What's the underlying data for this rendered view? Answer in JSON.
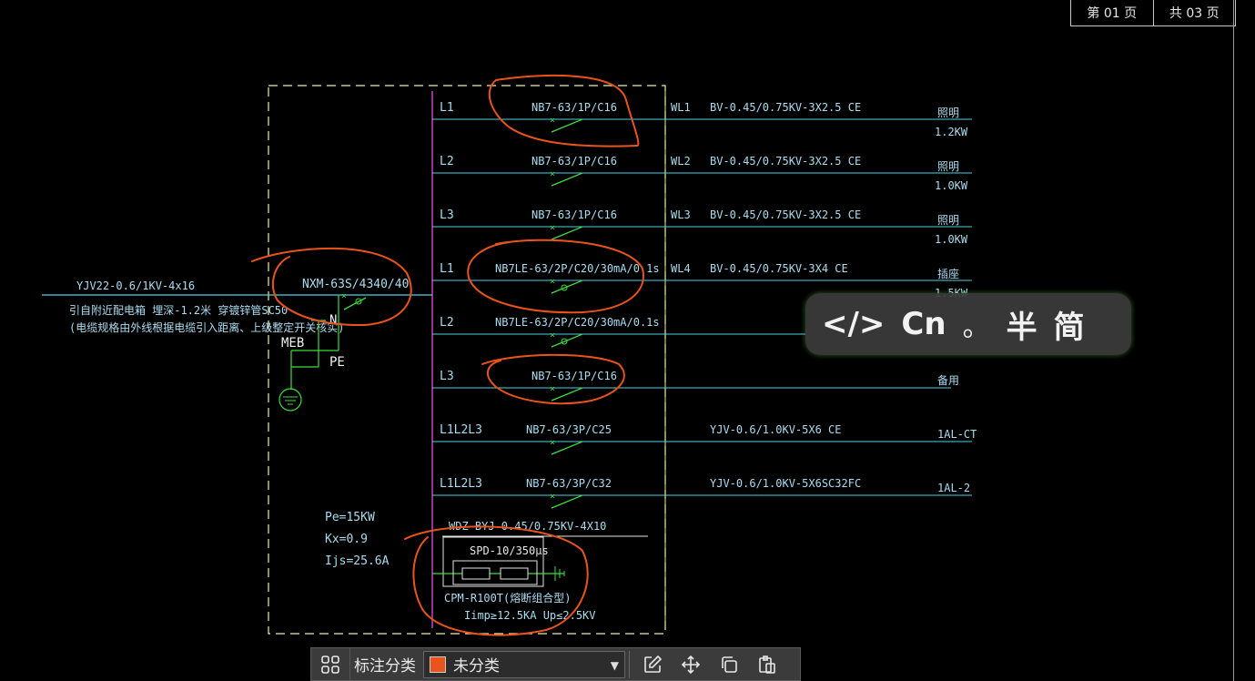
{
  "page_box": {
    "current": "第 01 页",
    "total": "共 03 页"
  },
  "incoming": {
    "cable": "YJV22-0.6/1KV-4x16",
    "note1": "引自附近配电箱 埋深-1.2米 穿镀锌管SC50",
    "note2": "(电缆规格由外线根据电缆引入距离、上级整定开关核实)"
  },
  "main_switch": "NXM-63S/4340/40",
  "labels": {
    "n": "N",
    "meb": "MEB",
    "pe": "PE"
  },
  "params": {
    "pe": "Pe=15KW",
    "kx": "Kx=0.9",
    "ijs": "Ijs=25.6A"
  },
  "branches": [
    {
      "phase": "L1",
      "breaker": "NB7-63/1P/C16",
      "circuit": "WL1",
      "cable": "BV-0.45/0.75KV-3X2.5 CE",
      "load": "照明",
      "power": "1.2KW",
      "rcd": false
    },
    {
      "phase": "L2",
      "breaker": "NB7-63/1P/C16",
      "circuit": "WL2",
      "cable": "BV-0.45/0.75KV-3X2.5 CE",
      "load": "照明",
      "power": "1.0KW",
      "rcd": false
    },
    {
      "phase": "L3",
      "breaker": "NB7-63/1P/C16",
      "circuit": "WL3",
      "cable": "BV-0.45/0.75KV-3X2.5 CE",
      "load": "照明",
      "power": "1.0KW",
      "rcd": false
    },
    {
      "phase": "L1",
      "breaker": "NB7LE-63/2P/C20/30mA/0.1s",
      "circuit": "WL4",
      "cable": "BV-0.45/0.75KV-3X4 CE",
      "load": "插座",
      "power": "1.5KW",
      "rcd": true
    },
    {
      "phase": "L2",
      "breaker": "NB7LE-63/2P/C20/30mA/0.1s",
      "circuit": "",
      "cable": "",
      "load": "",
      "power": "",
      "rcd": true
    },
    {
      "phase": "L3",
      "breaker": "NB7-63/1P/C16",
      "circuit": "",
      "cable": "",
      "load": "备用",
      "power": "",
      "rcd": false
    },
    {
      "phase": "L1L2L3",
      "breaker": "NB7-63/3P/C25",
      "circuit": "",
      "cable": "YJV-0.6/1.0KV-5X6 CE",
      "load": "1AL-CT",
      "power": "",
      "rcd": false
    },
    {
      "phase": "L1L2L3",
      "breaker": "NB7-63/3P/C32",
      "circuit": "",
      "cable": "YJV-0.6/1.0KV-5X6SC32FC",
      "load": "1AL-2",
      "power": "",
      "rcd": false
    }
  ],
  "spd": {
    "cable": "WDZ-BYJ-0.45/0.75KV-4X10",
    "rating": "SPD-10/350μs",
    "model": "CPM-R100T(熔断组合型)",
    "spec": "Iimp≥12.5KA   Up≤2.5KV"
  },
  "ime": {
    "code": "</>",
    "lang": "Cn",
    "punct": "。",
    "width": "半",
    "script": "简"
  },
  "toolbar": {
    "label": "标注分类",
    "selected": "未分类",
    "swatch_color": "#e8541b"
  },
  "colors": {
    "line": "#4fd0e6",
    "text": "#a9dcf0",
    "bus": "#d24bd2",
    "box": "#f0f0a0",
    "green": "#3fdc3f",
    "annotation": "#e8541b"
  }
}
